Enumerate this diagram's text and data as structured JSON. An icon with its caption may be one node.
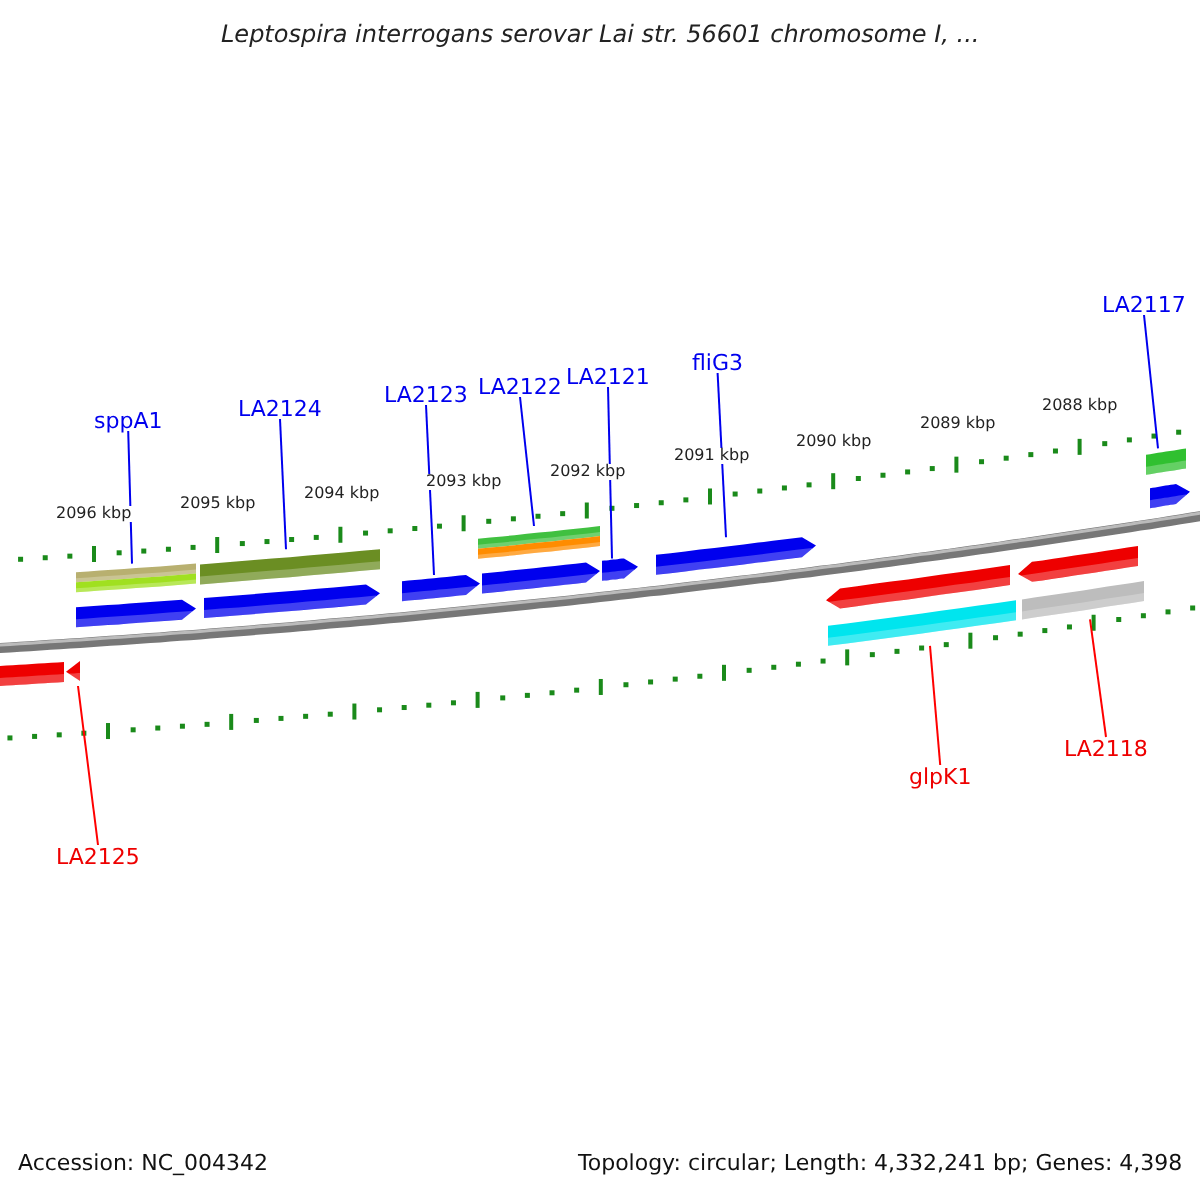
{
  "diagram": {
    "title": "Leptospira interrogans serovar Lai str. 56601 chromosome I, ...",
    "nodes": [
      {
        "text": [
          "LA2117"
        ]
      },
      {
        "text": [
          "sppA1"
        ]
      },
      {
        "text": [
          "LA2124"
        ]
      },
      {
        "text": [
          "LA2123"
        ]
      },
      {
        "text": [
          "LA2122"
        ]
      },
      {
        "text": [
          "LA2121"
        ]
      },
      {
        "text": [
          "fliG3"
        ]
      },
      {
        "text": [
          "glpK1"
        ]
      },
      {
        "text": [
          "LA2118"
        ]
      },
      {
        "text": [
          "LA2125"
        ]
      },
      {
        "text": [],
        "shape": "arrow"
      },
      {
        "text": [],
        "shape": "arrow"
      },
      {
        "text": [],
        "shape": "arrow"
      },
      {
        "text": [],
        "shape": "arrow"
      },
      {
        "text": [],
        "shape": "arrow"
      },
      {
        "text": [],
        "shape": "arrow"
      },
      {
        "text": [],
        "shape": "arrow"
      },
      {
        "text": [],
        "shape": "arrow"
      },
      {
        "text": [],
        "shape": "arrow"
      },
      {
        "text": [],
        "shape": "arrow"
      }
    ],
    "edges": [
      {
        "from": 0,
        "to": 10,
        "arrow": "none"
      },
      {
        "from": 1,
        "to": 11,
        "arrow": "none"
      },
      {
        "from": 2,
        "to": 12,
        "arrow": "none"
      },
      {
        "from": 3,
        "to": 13,
        "arrow": "none"
      },
      {
        "from": 4,
        "to": 14,
        "arrow": "none"
      },
      {
        "from": 5,
        "to": 15,
        "arrow": "none"
      },
      {
        "from": 6,
        "to": 16,
        "arrow": "none"
      },
      {
        "from": 7,
        "to": 17,
        "arrow": "none",
        "color": "#ff0000"
      },
      {
        "from": 8,
        "to": 18,
        "arrow": "none",
        "color": "#ff0000"
      },
      {
        "from": 9,
        "to": 19,
        "arrow": "none",
        "color": "#ff0000"
      }
    ],
    "labels": [
      "2088 kbp",
      "2089 kbp",
      "2090 kbp",
      "2091 kbp",
      "2092 kbp",
      "2093 kbp",
      "2094 kbp",
      "2095 kbp",
      "2096 kbp",
      "Accession: NC_004342",
      "Topology: circular; Length: 4,332,241 bp; Genes: 4,398"
    ]
  }
}
